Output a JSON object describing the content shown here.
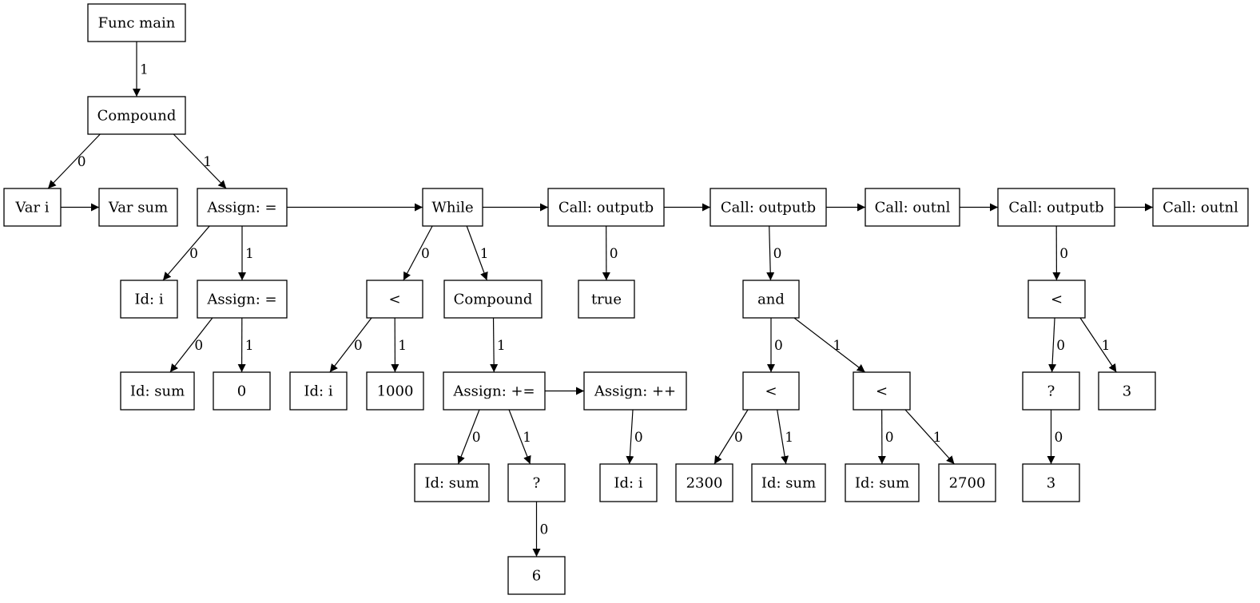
{
  "nodes": [
    {
      "id": "func_main",
      "label": "Func main"
    },
    {
      "id": "compound1",
      "label": "Compound"
    },
    {
      "id": "var_i",
      "label": "Var i"
    },
    {
      "id": "var_sum",
      "label": "Var sum"
    },
    {
      "id": "assign1",
      "label": "Assign: ="
    },
    {
      "id": "id_i_1",
      "label": "Id: i"
    },
    {
      "id": "assign2",
      "label": "Assign: ="
    },
    {
      "id": "id_sum_1",
      "label": "Id: sum"
    },
    {
      "id": "zero",
      "label": "0"
    },
    {
      "id": "while",
      "label": "While"
    },
    {
      "id": "lt1",
      "label": "<"
    },
    {
      "id": "id_i_2",
      "label": "Id: i"
    },
    {
      "id": "n1000",
      "label": "1000"
    },
    {
      "id": "compound2",
      "label": "Compound"
    },
    {
      "id": "assign_pluseq",
      "label": "Assign: +="
    },
    {
      "id": "id_sum_2",
      "label": "Id: sum"
    },
    {
      "id": "q1",
      "label": "?"
    },
    {
      "id": "six",
      "label": "6"
    },
    {
      "id": "assign_incr",
      "label": "Assign: ++"
    },
    {
      "id": "id_i_3",
      "label": "Id: i"
    },
    {
      "id": "call_outputb1",
      "label": "Call: outputb"
    },
    {
      "id": "true",
      "label": "true"
    },
    {
      "id": "call_outputb2",
      "label": "Call: outputb"
    },
    {
      "id": "and",
      "label": "and"
    },
    {
      "id": "lt2",
      "label": "<"
    },
    {
      "id": "n2300",
      "label": "2300"
    },
    {
      "id": "id_sum_3",
      "label": "Id: sum"
    },
    {
      "id": "lt3",
      "label": "<"
    },
    {
      "id": "id_sum_4",
      "label": "Id: sum"
    },
    {
      "id": "n2700",
      "label": "2700"
    },
    {
      "id": "call_outnl1",
      "label": "Call: outnl"
    },
    {
      "id": "call_outputb3",
      "label": "Call: outputb"
    },
    {
      "id": "lt4",
      "label": "<"
    },
    {
      "id": "q2",
      "label": "?"
    },
    {
      "id": "three_a",
      "label": "3"
    },
    {
      "id": "three_b",
      "label": "3"
    },
    {
      "id": "call_outnl2",
      "label": "Call: outnl"
    }
  ],
  "edges": [
    {
      "from": "func_main",
      "to": "compound1",
      "label": "1"
    },
    {
      "from": "compound1",
      "to": "var_i",
      "label": "0"
    },
    {
      "from": "compound1",
      "to": "assign1",
      "label": "1"
    },
    {
      "from": "var_i",
      "to": "var_sum",
      "label": ""
    },
    {
      "from": "assign1",
      "to": "while",
      "label": ""
    },
    {
      "from": "assign1",
      "to": "id_i_1",
      "label": "0"
    },
    {
      "from": "assign1",
      "to": "assign2",
      "label": "1"
    },
    {
      "from": "assign2",
      "to": "id_sum_1",
      "label": "0"
    },
    {
      "from": "assign2",
      "to": "zero",
      "label": "1"
    },
    {
      "from": "while",
      "to": "call_outputb1",
      "label": ""
    },
    {
      "from": "while",
      "to": "lt1",
      "label": "0"
    },
    {
      "from": "while",
      "to": "compound2",
      "label": "1"
    },
    {
      "from": "lt1",
      "to": "id_i_2",
      "label": "0"
    },
    {
      "from": "lt1",
      "to": "n1000",
      "label": "1"
    },
    {
      "from": "compound2",
      "to": "assign_pluseq",
      "label": "1"
    },
    {
      "from": "assign_pluseq",
      "to": "assign_incr",
      "label": ""
    },
    {
      "from": "assign_pluseq",
      "to": "id_sum_2",
      "label": "0"
    },
    {
      "from": "assign_pluseq",
      "to": "q1",
      "label": "1"
    },
    {
      "from": "q1",
      "to": "six",
      "label": "0"
    },
    {
      "from": "assign_incr",
      "to": "id_i_3",
      "label": "0"
    },
    {
      "from": "call_outputb1",
      "to": "call_outputb2",
      "label": ""
    },
    {
      "from": "call_outputb1",
      "to": "true",
      "label": "0"
    },
    {
      "from": "call_outputb2",
      "to": "call_outnl1",
      "label": ""
    },
    {
      "from": "call_outputb2",
      "to": "and",
      "label": "0"
    },
    {
      "from": "and",
      "to": "lt2",
      "label": "0"
    },
    {
      "from": "and",
      "to": "lt3",
      "label": "1"
    },
    {
      "from": "lt2",
      "to": "n2300",
      "label": "0"
    },
    {
      "from": "lt2",
      "to": "id_sum_3",
      "label": "1"
    },
    {
      "from": "lt3",
      "to": "id_sum_4",
      "label": "0"
    },
    {
      "from": "lt3",
      "to": "n2700",
      "label": "1"
    },
    {
      "from": "call_outnl1",
      "to": "call_outputb3",
      "label": ""
    },
    {
      "from": "call_outputb3",
      "to": "call_outnl2",
      "label": ""
    },
    {
      "from": "call_outputb3",
      "to": "lt4",
      "label": "0"
    },
    {
      "from": "lt4",
      "to": "q2",
      "label": "0"
    },
    {
      "from": "lt4",
      "to": "three_b",
      "label": "1"
    },
    {
      "from": "q2",
      "to": "three_a",
      "label": "0"
    }
  ]
}
